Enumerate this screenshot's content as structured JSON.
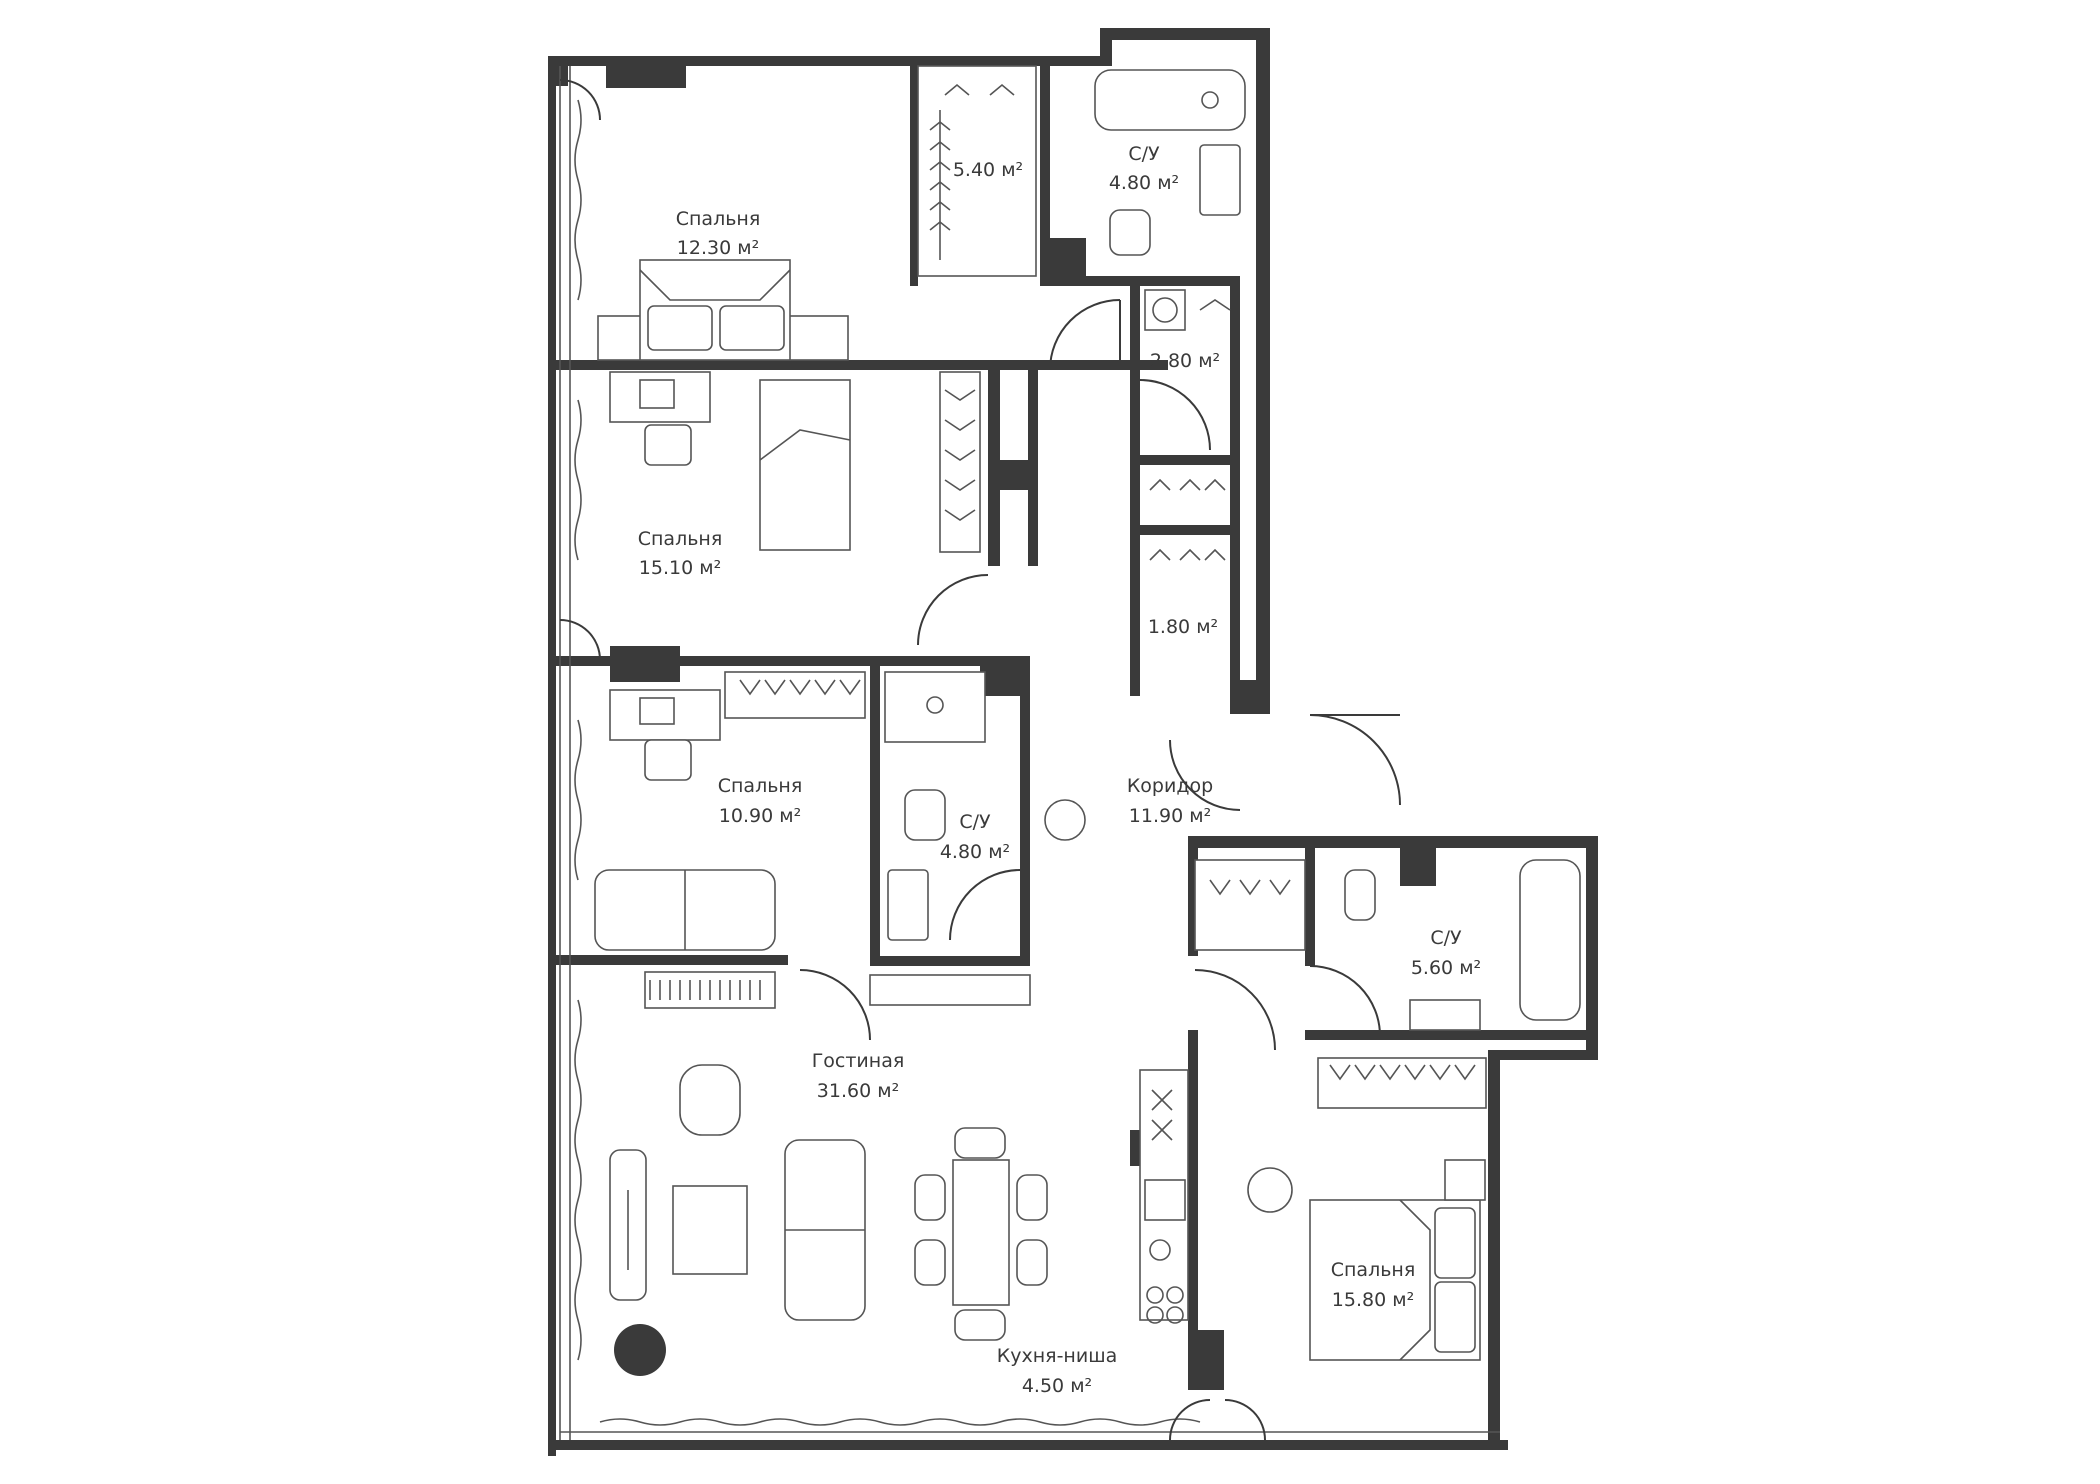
{
  "rooms": {
    "bedroom_top": {
      "name": "Спальня",
      "area": "12.30 м²"
    },
    "wardrobe_top": {
      "area": "5.40 м²"
    },
    "bath_top": {
      "name": "С/У",
      "area": "4.80 м²"
    },
    "laundry": {
      "area": "2.80 м²"
    },
    "bedroom_mid": {
      "name": "Спальня",
      "area": "15.10 м²"
    },
    "closet_small": {
      "area": "1.80 м²"
    },
    "bedroom_low": {
      "name": "Спальня",
      "area": "10.90 м²"
    },
    "bath_mid": {
      "name": "С/У",
      "area": "4.80 м²"
    },
    "corridor": {
      "name": "Коридор",
      "area": "11.90 м²"
    },
    "bath_right": {
      "name": "С/У",
      "area": "5.60 м²"
    },
    "living": {
      "name": "Гостиная",
      "area": "31.60 м²"
    },
    "bedroom_right": {
      "name": "Спальня",
      "area": "15.80 м²"
    },
    "kitchen": {
      "name": "Кухня-ниша",
      "area": "4.50 м²"
    }
  },
  "colors": {
    "wall": "#3a3a3a",
    "furniture": "#555555",
    "background": "#ffffff"
  }
}
